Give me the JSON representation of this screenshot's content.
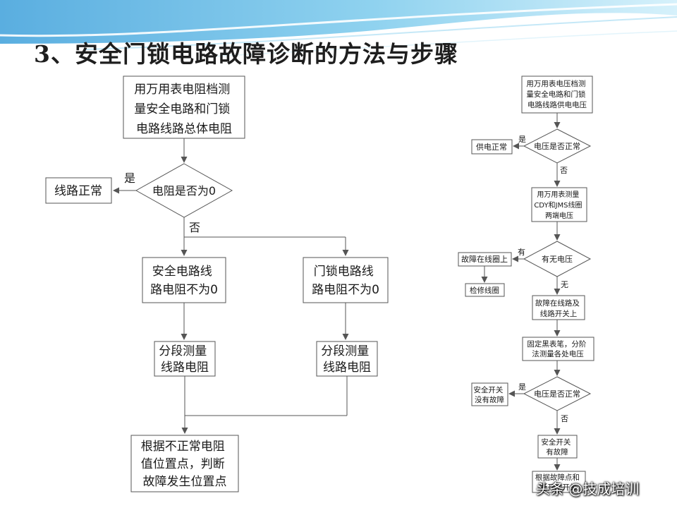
{
  "title": "3、安全门锁电路故障诊断的方法与步骤",
  "left_flow": {
    "start_box": [
      "用万用表电阻档测",
      "量安全电路和门锁",
      "电路线路总体电阻"
    ],
    "decision": "电阻是否为0",
    "yes_label": "是",
    "no_label": "否",
    "yes_result": "线路正常",
    "branch_left": [
      "安全电路线",
      "路电阻不为0"
    ],
    "branch_right": [
      "门锁电路线",
      "路电阻不为0"
    ],
    "measure_left": [
      "分段测量",
      "线路电阻"
    ],
    "measure_right": [
      "分段测量",
      "线路电阻"
    ],
    "final_box": [
      "根据不正常电阻",
      "值位置点，判断",
      "故障发生位置点"
    ]
  },
  "right_flow": {
    "start_box": [
      "用万用表电压档测",
      "量安全电路和门锁",
      "电路线路供电电压"
    ],
    "decision1": "电压是否正常",
    "d1_yes_label": "是",
    "d1_no_label": "否",
    "d1_yes_result": "供电正常",
    "box2": [
      "用万用表测量",
      "CDY和JMS线圈",
      "两端电压"
    ],
    "decision2": "有无电压",
    "d2_yes_label": "有",
    "d2_no_label": "无",
    "d2_yes_result": "故障在线圈上",
    "repair_box": "检修线圈",
    "box3": [
      "故障在线路及",
      "线路开关上"
    ],
    "box4": [
      "固定黑表笔，分阶",
      "法测量各处电压"
    ],
    "decision3": "电压是否正常",
    "d3_yes_label": "是",
    "d3_no_label": "否",
    "d3_yes_result": [
      "安全开关",
      "没有故障"
    ],
    "box5": [
      "安全开关",
      "有故障"
    ],
    "box6": [
      "根据故障点和",
      "断开的开关"
    ]
  },
  "watermark": "头条 @技成培训",
  "colors": {
    "line": "#555555",
    "text": "#1a1a1a",
    "sky": "#7fc6e8"
  }
}
